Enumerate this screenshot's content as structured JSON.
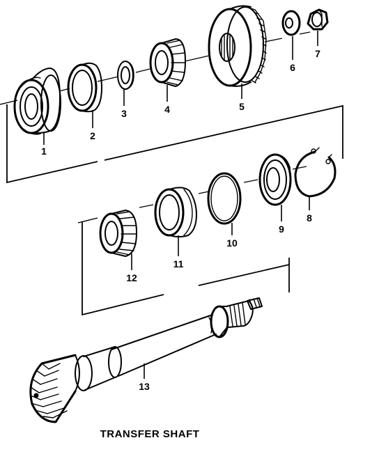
{
  "title": "TRANSFER SHAFT",
  "callouts": [
    "1",
    "2",
    "3",
    "4",
    "5",
    "6",
    "7",
    "8",
    "9",
    "10",
    "11",
    "12",
    "13"
  ]
}
